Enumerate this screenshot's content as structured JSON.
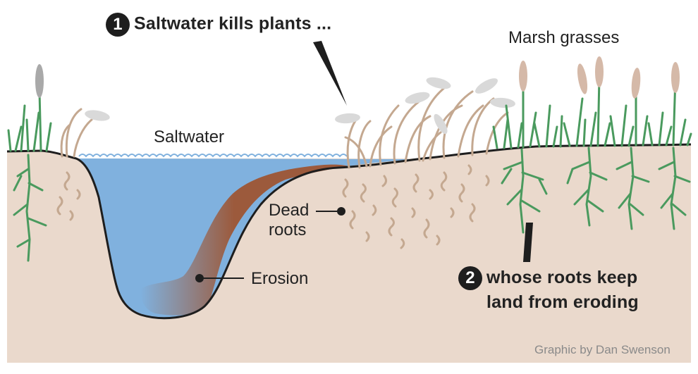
{
  "labels": {
    "saltwater": "Saltwater",
    "marsh_grasses": "Marsh grasses",
    "dead_roots_line1": "Dead",
    "dead_roots_line2": "roots",
    "erosion": "Erosion"
  },
  "callouts": [
    {
      "number": "1",
      "line1": "Saltwater kills plants ...",
      "line2": ""
    },
    {
      "number": "2",
      "line1": "whose roots keep",
      "line2": "land from eroding"
    }
  ],
  "credit": "Graphic by Dan Swenson",
  "colors": {
    "soil": "#ead9cc",
    "water": "#7fb0dd",
    "eroded_soil": "#9c5a3c",
    "live_grass": "#4a9a5e",
    "dead_grass": "#c4a890",
    "seed_head_live": "#d5b9a8",
    "seed_head_dead": "#d9d9d9",
    "outline": "#1e1e1e"
  }
}
